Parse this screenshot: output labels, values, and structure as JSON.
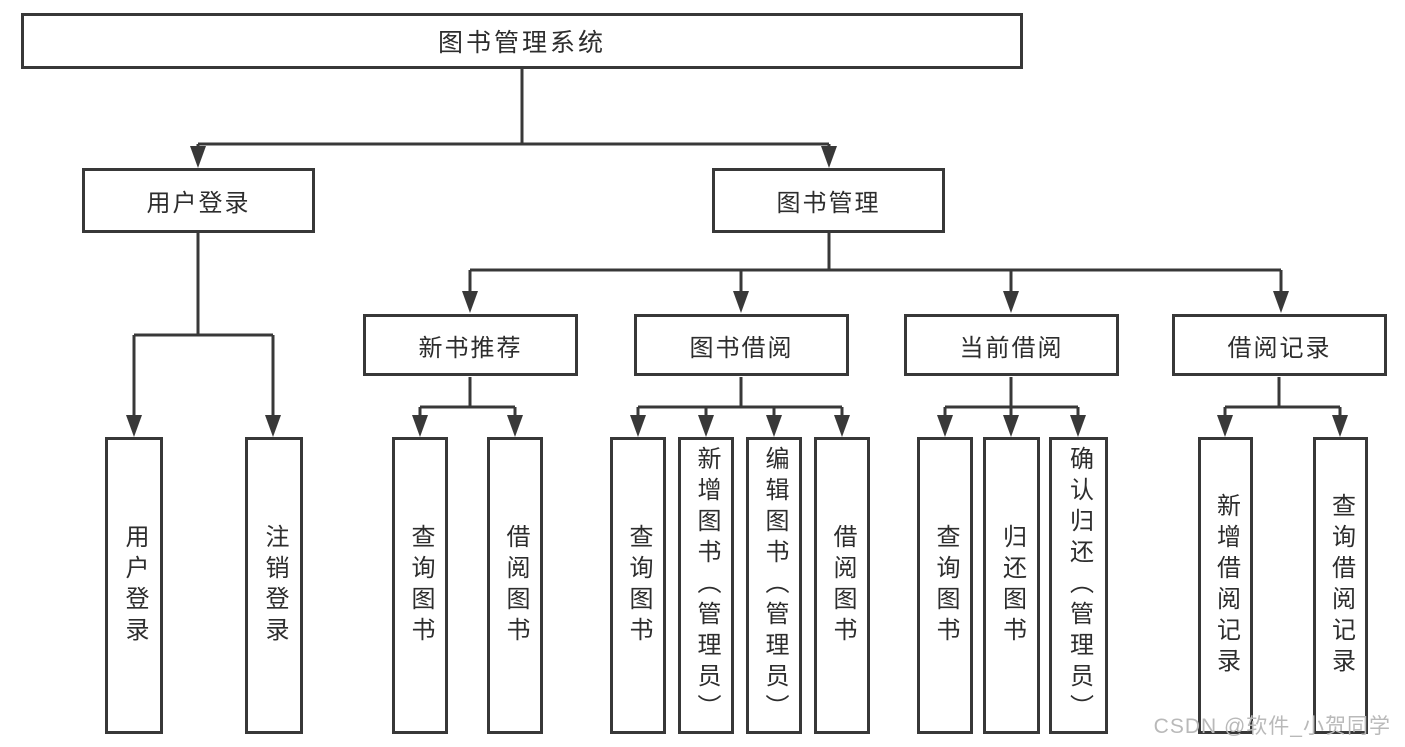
{
  "diagram_title": "图书管理系统",
  "nodes": [
    {
      "id": "root",
      "parent": null,
      "label": "图书管理系统"
    },
    {
      "id": "user-login-branch",
      "parent": "root",
      "label": "用户登录"
    },
    {
      "id": "book-mgmt-branch",
      "parent": "root",
      "label": "图书管理"
    },
    {
      "id": "new-book-recommend",
      "parent": "book-mgmt-branch",
      "label": "新书推荐"
    },
    {
      "id": "book-borrow",
      "parent": "book-mgmt-branch",
      "label": "图书借阅"
    },
    {
      "id": "current-borrow",
      "parent": "book-mgmt-branch",
      "label": "当前借阅"
    },
    {
      "id": "borrow-record",
      "parent": "book-mgmt-branch",
      "label": "借阅记录"
    },
    {
      "id": "user-login-leaf",
      "parent": "user-login-branch",
      "label": "用户登录"
    },
    {
      "id": "logout-leaf",
      "parent": "user-login-branch",
      "label": "注销登录"
    },
    {
      "id": "nb-query-books",
      "parent": "new-book-recommend",
      "label": "查询图书"
    },
    {
      "id": "nb-borrow-books",
      "parent": "new-book-recommend",
      "label": "借阅图书"
    },
    {
      "id": "bb-query-books",
      "parent": "book-borrow",
      "label": "查询图书"
    },
    {
      "id": "bb-add-books-admin",
      "parent": "book-borrow",
      "label": "新增图书（管理员）"
    },
    {
      "id": "bb-edit-books-admin",
      "parent": "book-borrow",
      "label": "编辑图书（管理员）"
    },
    {
      "id": "bb-borrow-books",
      "parent": "book-borrow",
      "label": "借阅图书"
    },
    {
      "id": "cb-query-books",
      "parent": "current-borrow",
      "label": "查询图书"
    },
    {
      "id": "cb-return-books",
      "parent": "current-borrow",
      "label": "归还图书"
    },
    {
      "id": "cb-confirm-return-admin",
      "parent": "current-borrow",
      "label": "确认归还（管理员）"
    },
    {
      "id": "br-add-borrow-record",
      "parent": "borrow-record",
      "label": "新增借阅记录"
    },
    {
      "id": "br-query-borrow-record",
      "parent": "borrow-record",
      "label": "查询借阅记录"
    }
  ],
  "watermark": {
    "text": "CSDN @软件_小贺同学"
  },
  "colors": {
    "line": "#383838",
    "text": "#2d2d2d",
    "watermark": "#b9b9b9",
    "background": "#ffffff"
  }
}
